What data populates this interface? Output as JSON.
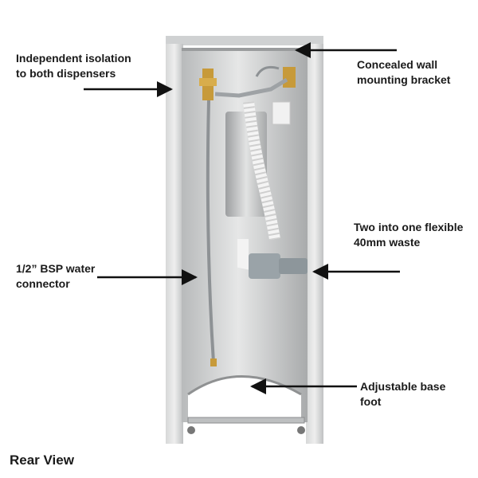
{
  "callouts": {
    "isolation": [
      "Independent isolation",
      "to both dispensers"
    ],
    "bracket": [
      "Concealed wall",
      "mounting bracket"
    ],
    "waste": [
      "Two into one flexible",
      "40mm waste"
    ],
    "connector": [
      "1/2” BSP water",
      "connector"
    ],
    "foot": [
      "Adjustable base",
      "foot"
    ]
  },
  "title": "Rear View",
  "colors": {
    "arrow": "#111111",
    "steel": "#c9cbcc",
    "pipe": "#f2f2f2",
    "grey_pipe": "#9aa3a8"
  }
}
